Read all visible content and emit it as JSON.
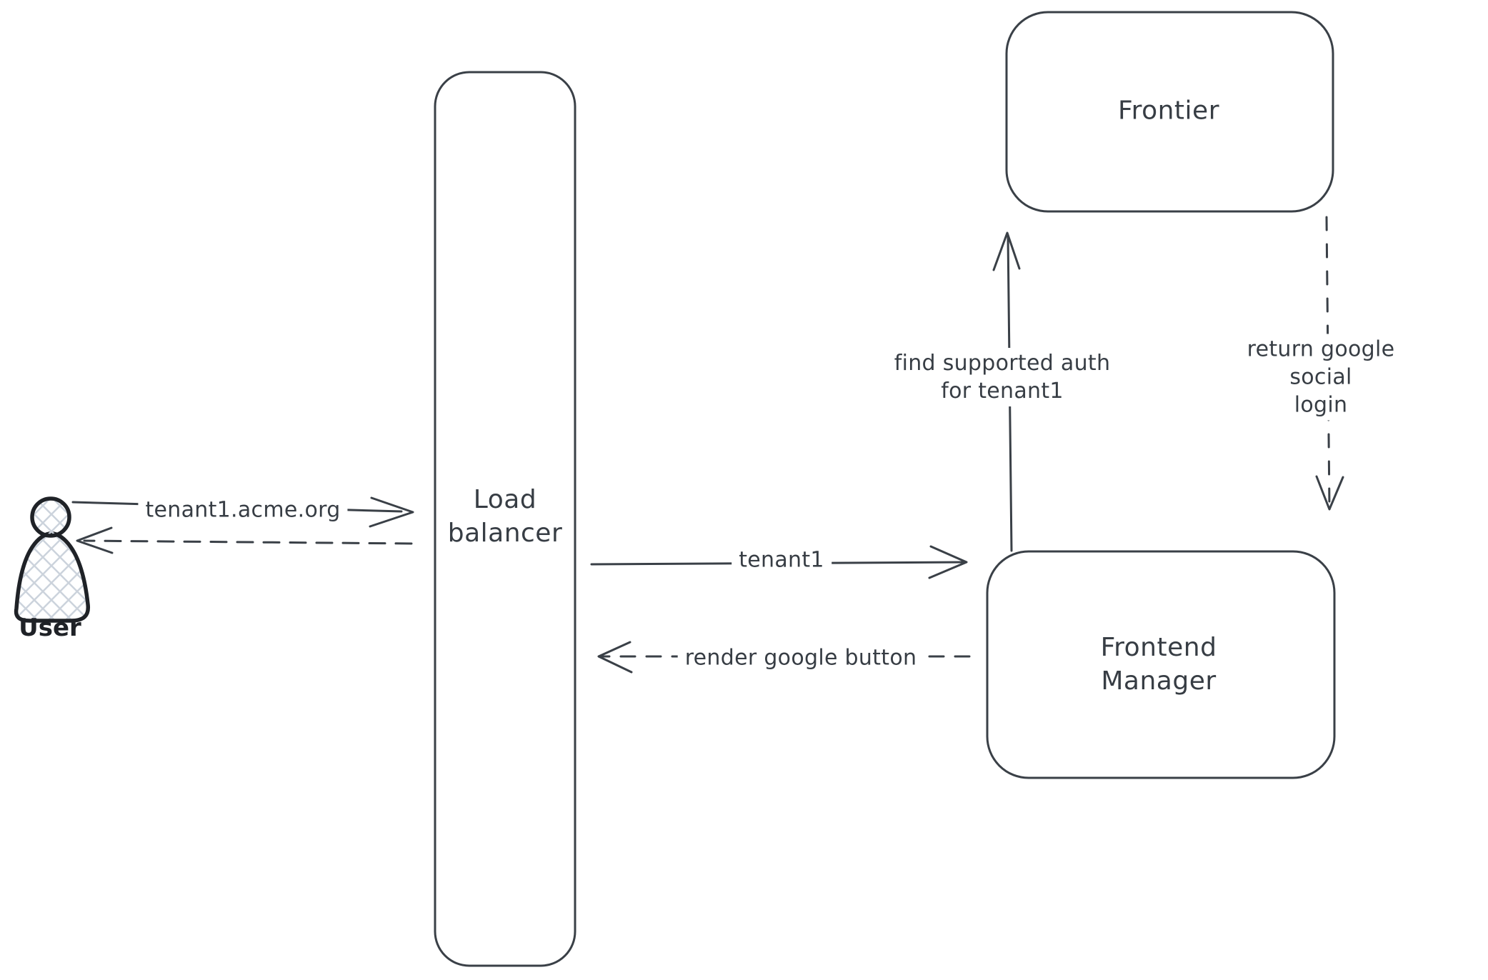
{
  "canvas": {
    "background": "#ffffff"
  },
  "colors": {
    "stroke": "#3a4047",
    "actor_stroke": "#1f2227",
    "hatch": "#ccd3dc"
  },
  "nodes": {
    "user": {
      "type": "actor",
      "label": "User"
    },
    "load_balancer": {
      "type": "rectangle",
      "label": "Load\nbalancer"
    },
    "frontier": {
      "type": "rectangle",
      "label": "Frontier"
    },
    "frontend_manager": {
      "type": "rectangle",
      "label": "Frontend\nManager"
    }
  },
  "edges": [
    {
      "id": "user-to-load-balancer",
      "from": "user",
      "to": "load_balancer",
      "style": "solid",
      "label": "tenant1.acme.org"
    },
    {
      "id": "load-balancer-to-user",
      "from": "load_balancer",
      "to": "user",
      "style": "dashed",
      "label": ""
    },
    {
      "id": "load-balancer-to-frontend-manager",
      "from": "load_balancer",
      "to": "frontend_manager",
      "style": "solid",
      "label": "tenant1"
    },
    {
      "id": "frontend-manager-to-load-balancer",
      "from": "frontend_manager",
      "to": "load_balancer",
      "style": "dashed",
      "label": "render google button"
    },
    {
      "id": "frontend-manager-to-frontier",
      "from": "frontend_manager",
      "to": "frontier",
      "style": "solid",
      "label": "find supported auth\nfor tenant1"
    },
    {
      "id": "frontier-to-frontend-manager",
      "from": "frontier",
      "to": "frontend_manager",
      "style": "dashed",
      "label": "return google social\nlogin"
    }
  ]
}
